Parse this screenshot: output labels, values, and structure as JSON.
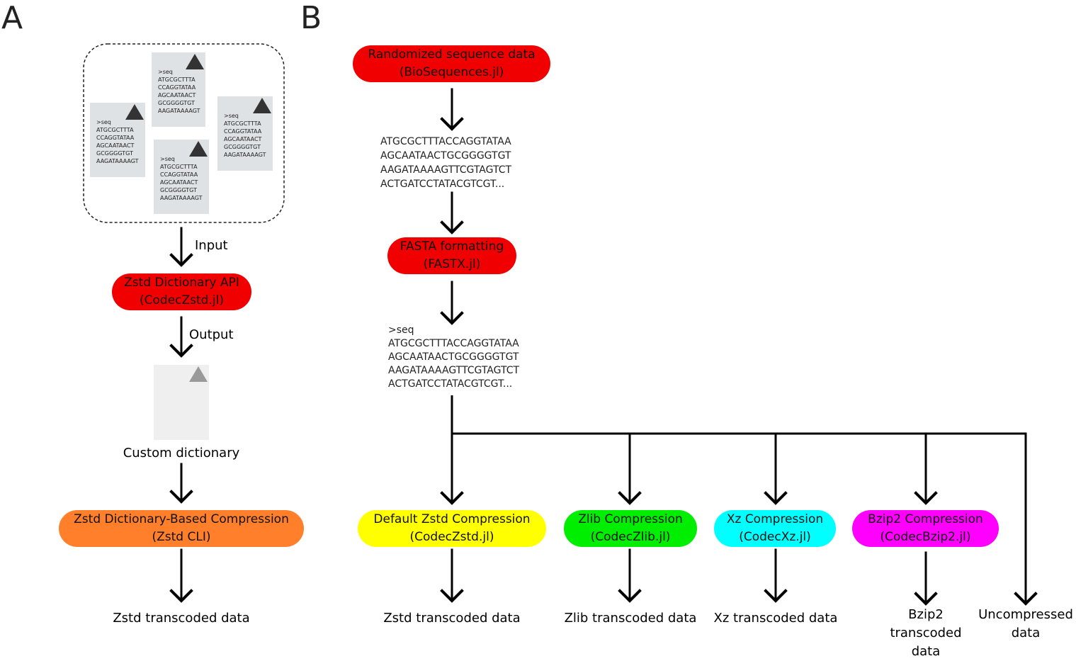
{
  "panel_a": {
    "letter": "A",
    "doc_lines": [
      ">seq",
      "ATGCGCTTTA",
      "CCAGGTATAA",
      "AGCAATAACT",
      "GCGGGGTGT",
      "AAGATAAAAGT"
    ],
    "input_label": "Input",
    "output_label": "Output",
    "dict_api": {
      "line1": "Zstd Dictionary API",
      "line2": "(CodecZstd.jl)",
      "color": "#f00000"
    },
    "custom_dictionary_label": "Custom dictionary",
    "dict_compression": {
      "line1": "Zstd Dictionary-Based Compression",
      "line2": "(Zstd CLI)",
      "color": "#ff7f2a"
    },
    "result": "Zstd transcoded data"
  },
  "panel_b": {
    "letter": "B",
    "random_seq": {
      "line1": "Randomized sequence data",
      "line2": "(BioSequences.jl)",
      "color": "#f00000"
    },
    "raw_sequence": [
      "ATGCGCTTTACCAGGTATAA",
      "AGCAATAACTGCGGGGTGT",
      "AAGATAAAAGTTCGTAGTCT",
      "ACTGATCCTATACGTCGT..."
    ],
    "fasta": {
      "line1": "FASTA formatting",
      "line2": "(FASTX.jl)",
      "color": "#f00000"
    },
    "fasta_sequence": [
      ">seq",
      "ATGCGCTTTACCAGGTATAA",
      "AGCAATAACTGCGGGGTGT",
      "AAGATAAAAGTTCGTAGTCT",
      "ACTGATCCTATACGTCGT..."
    ],
    "codecs": [
      {
        "line1": "Default Zstd Compression",
        "line2": "(CodecZstd.jl)",
        "color": "#ffff00",
        "result": "Zstd transcoded data"
      },
      {
        "line1": "Zlib Compression",
        "line2": "(CodecZlib.jl)",
        "color": "#00ee00",
        "result": "Zlib transcoded data"
      },
      {
        "line1": "Xz Compression",
        "line2": "(CodecXz.jl)",
        "color": "#00ffff",
        "result": "Xz transcoded data"
      },
      {
        "line1": "Bzip2 Compression",
        "line2": "(CodecBzip2.jl)",
        "color": "#ff00ff",
        "result": "Bzip2\ntranscoded\ndata"
      }
    ],
    "uncompressed": "Uncompressed\ndata"
  }
}
